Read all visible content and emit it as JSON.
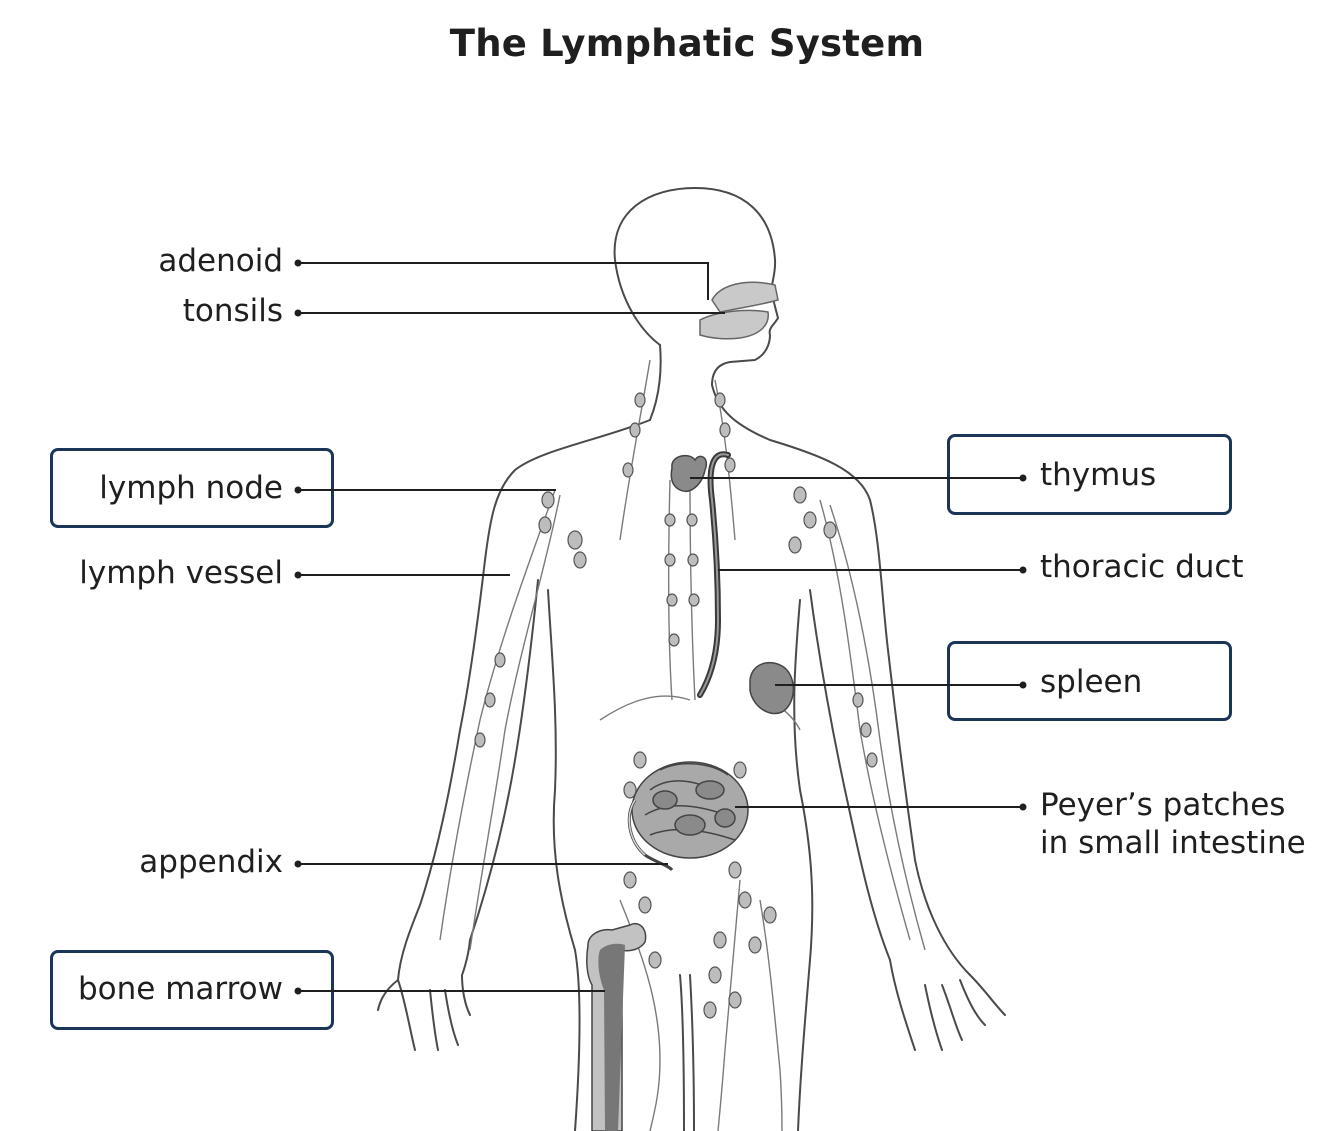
{
  "title": "The Lymphatic System",
  "colors": {
    "box_border": "#1a3558",
    "outline": "#4a4a4a",
    "organ_fill": "#8a8a8a",
    "light_fill": "#c9c9c9",
    "leader": "#1f1f1f"
  },
  "labels": {
    "adenoid": "adenoid",
    "tonsils": "tonsils",
    "lymph_node": "lymph node",
    "lymph_vessel": "lymph vessel",
    "appendix": "appendix",
    "bone_marrow": "bone marrow",
    "thymus": "thymus",
    "thoracic_duct": "thoracic duct",
    "spleen": "spleen",
    "peyers_line1": "Peyer’s patches",
    "peyers_line2": "in small intestine"
  },
  "highlighted": [
    "lymph node",
    "bone marrow",
    "thymus",
    "spleen"
  ]
}
